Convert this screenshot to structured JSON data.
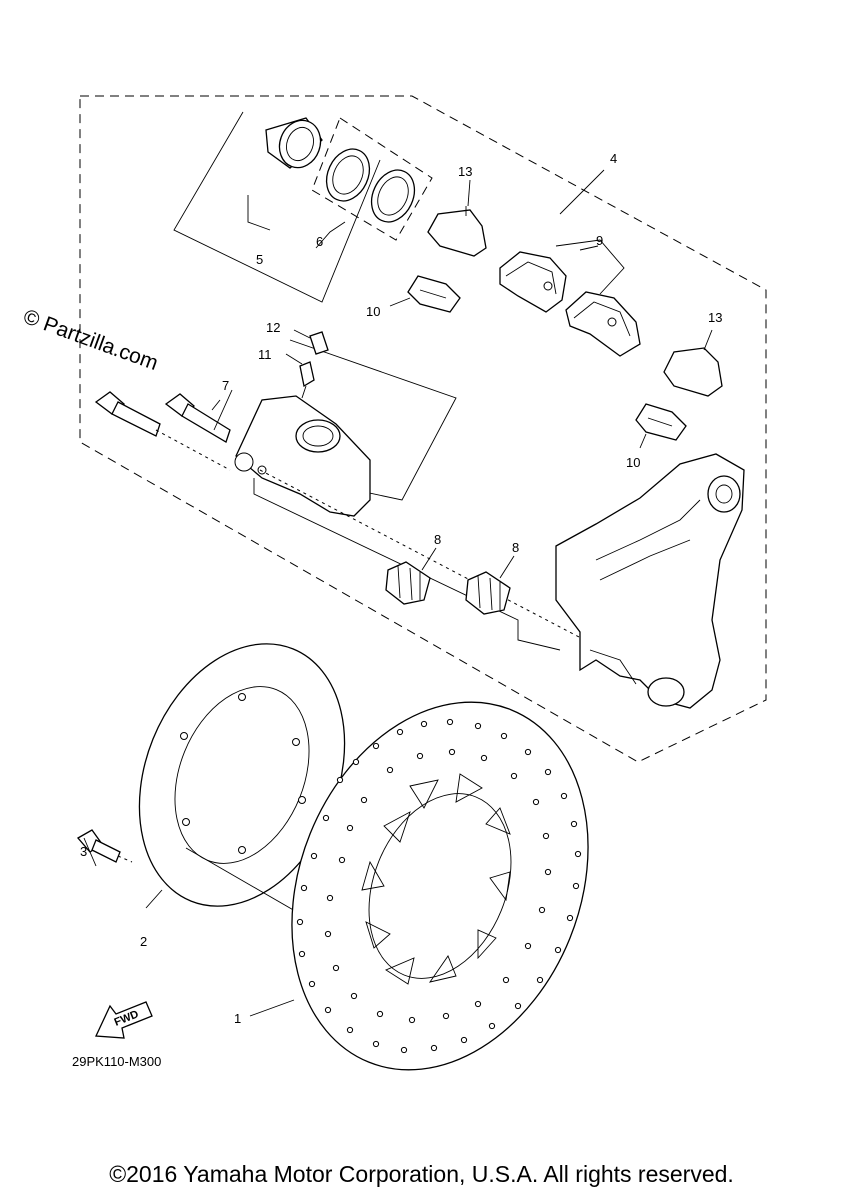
{
  "watermark": "© Partzilla.com",
  "diagram_code": "29PK110-M300",
  "fwd_label": "FWD",
  "copyright": "©2016 Yamaha Motor Corporation, U.S.A. All rights reserved.",
  "callouts": {
    "c1": "1",
    "c2": "2",
    "c3": "3",
    "c4": "4",
    "c5": "5",
    "c6": "6",
    "c7": "7",
    "c8a": "8",
    "c8b": "8",
    "c9": "9",
    "c10a": "10",
    "c10b": "10",
    "c11": "11",
    "c12": "12",
    "c13a": "13",
    "c13b": "13"
  }
}
